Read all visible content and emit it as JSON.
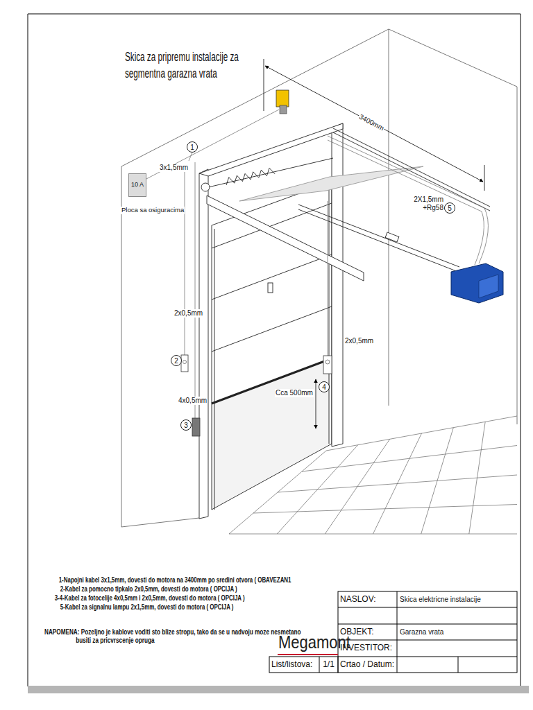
{
  "diagram": {
    "title": "Skica za pripremu instalacije za segmentna garazna vrata",
    "nodes": [
      {
        "text": [
          "1"
        ]
      },
      {
        "text": [
          "10 A"
        ]
      },
      {
        "text": [
          "5"
        ]
      },
      {
        "text": [
          "2"
        ]
      },
      {
        "text": [
          "4"
        ]
      },
      {
        "text": [
          "3"
        ]
      },
      {
        "text": [
          "NASLOV:"
        ]
      },
      {
        "text": [
          "Skica elektricne instalacije"
        ]
      },
      {
        "text": [
          "OBJEKT:"
        ]
      },
      {
        "text": [
          "Garazna vrata"
        ]
      },
      {
        "text": [
          "INVESTITOR:"
        ]
      },
      {
        "text": [
          "List/listova:"
        ]
      },
      {
        "text": [
          "1/1"
        ]
      },
      {
        "text": [
          "Crtao / Datum:"
        ]
      }
    ],
    "labels": [
      "3400mm",
      "3x1,5mm",
      "Ploca sa osiguracima",
      "2X1,5mm +Rg58",
      "2x0,5mm",
      "2x0,5mm",
      "4x0,5mm",
      "Cca 500mm",
      "1-Napojni  kabel 3x1,5mm, dovesti do motora na 3400mm po sredini otvora ( OBAVEZAN1",
      "2-Kabel za pomocno tipkalo 2x0,5mm, dovesti do motora ( OPCIJA )",
      "3-4-Kabel za fotocelije 4x0,5mm i 2x0,5mm, dovesti do motora ( OPCIJA )",
      "5-Kabel za signalnu lampu 2x1,5mm, dovesti do motora ( OPCIJA )",
      "NAPOMENA: Pozeljno je kablove voditi sto blize stropu, tako da se u nadvoju moze nesmetano busiti za pricvrscenje opruga",
      "Megamont"
    ]
  }
}
